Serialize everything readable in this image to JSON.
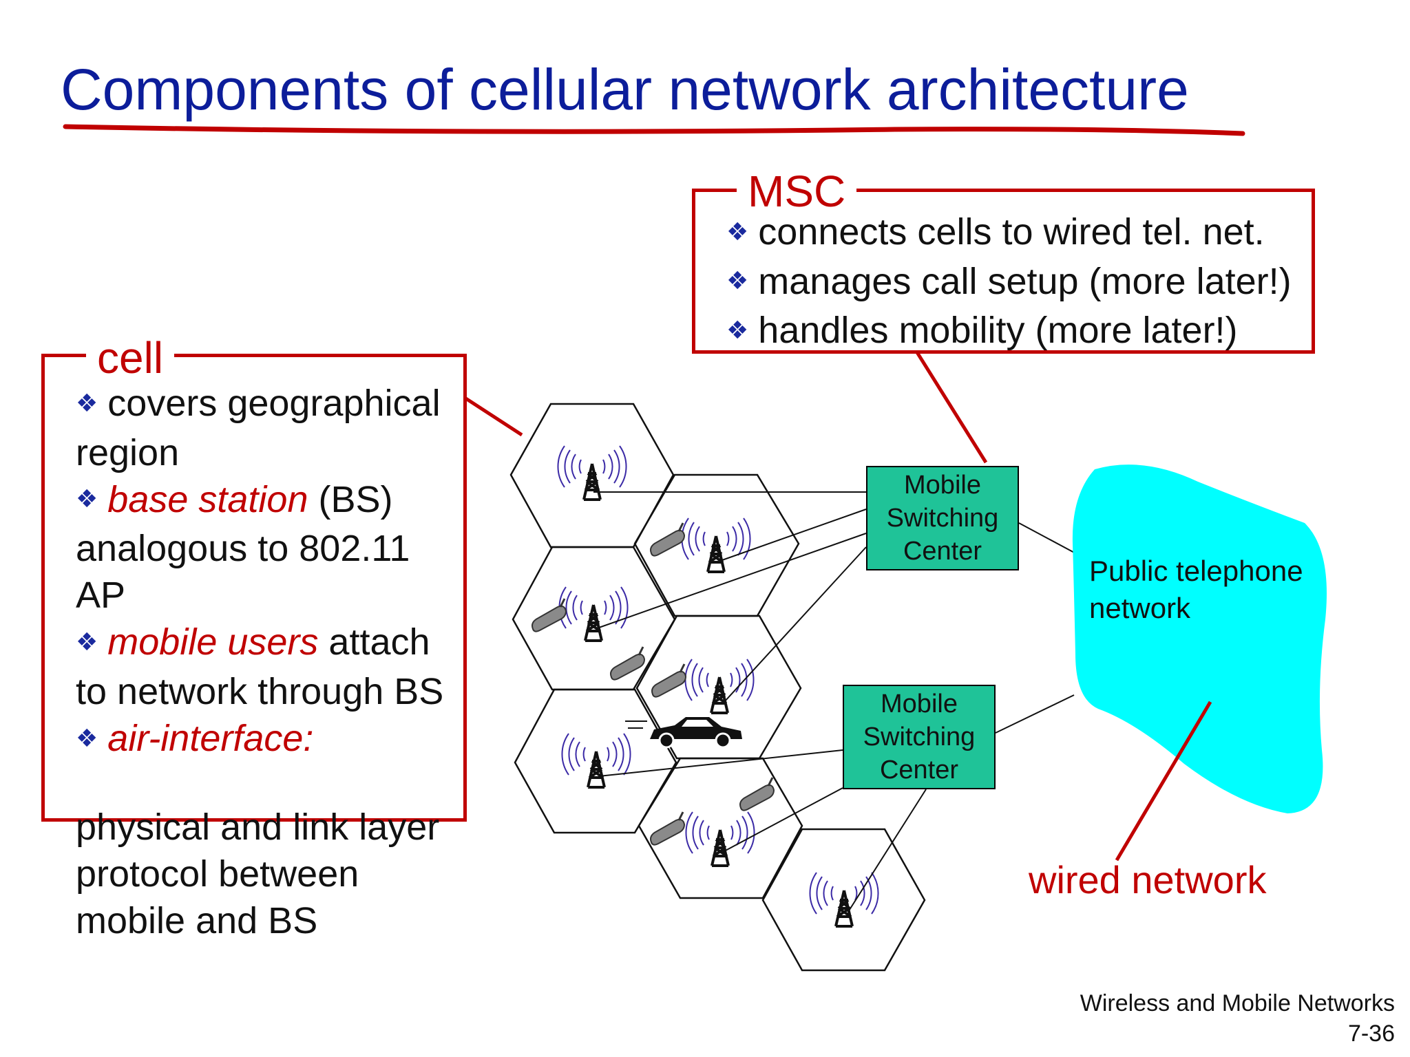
{
  "slide": {
    "title": "Components of cellular network architecture",
    "colors": {
      "title": "#0c1d9a",
      "accent_red": "#c00000",
      "msc_fill": "#1fc398",
      "pstn_fill": "#00ffff"
    }
  },
  "msc_callout": {
    "label": "MSC",
    "bullets": [
      "connects cells to wired tel. net.",
      "manages call setup (more later!)",
      "handles mobility (more later!)"
    ]
  },
  "cell_callout": {
    "label": "cell",
    "b1": "covers geographical region",
    "b2_emph": "base station",
    "b2_rest": " (BS) analogous to 802.11 AP",
    "b3_emph": "mobile users",
    "b3_rest": " attach to network through BS",
    "b4_emph": "air-interface:",
    "b4_rest": "physical and link layer protocol between mobile and BS"
  },
  "diagram": {
    "msc_top": [
      "Mobile",
      "Switching",
      "Center"
    ],
    "msc_bottom": [
      "Mobile",
      "Switching",
      "Center"
    ],
    "pstn": [
      "Public telephone",
      "network"
    ],
    "wired_label": "wired network",
    "icons": [
      "antenna-tower-icon",
      "cell-phone-icon",
      "car-icon"
    ]
  },
  "footer": {
    "course": "Wireless and Mobile Networks",
    "page": "7-36"
  }
}
